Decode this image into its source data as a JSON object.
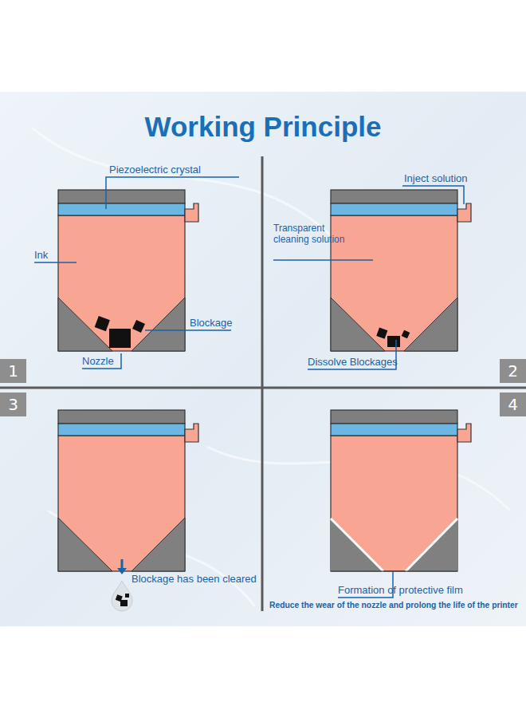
{
  "diagram": {
    "title": "Working Principle",
    "nodes": [
      {
        "text": [
          "1"
        ]
      },
      {
        "text": [
          "2"
        ]
      },
      {
        "text": [
          "3"
        ]
      },
      {
        "text": [
          "4"
        ]
      }
    ],
    "labels": [
      "Piezoelectric crystal",
      "Ink",
      "Blockage",
      "Nozzle",
      "Inject solution",
      "Transparent cleaning solution",
      "Dissolve Blockages",
      "Blockage has been cleared",
      "Formation of protective film",
      "Reduce the wear of the nozzle and prolong the life of the printer"
    ]
  }
}
